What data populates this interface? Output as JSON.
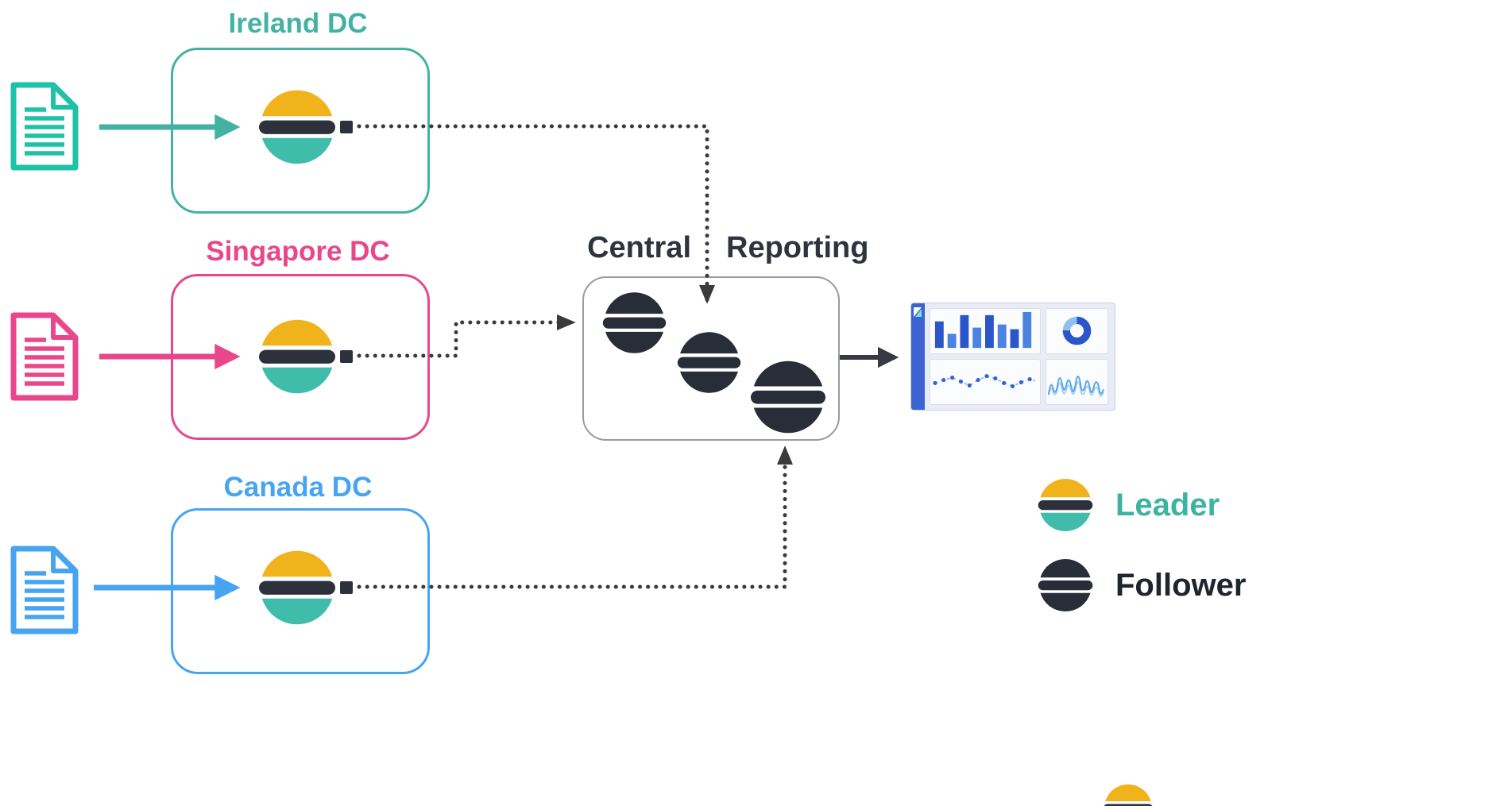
{
  "datacenters": [
    {
      "label": "Ireland DC",
      "color": "#43b2a2"
    },
    {
      "label": "Singapore DC",
      "color": "#e8478b"
    },
    {
      "label": "Canada DC",
      "color": "#47a4f0"
    }
  ],
  "central": {
    "label_left": "Central",
    "label_right": "Reporting",
    "border_color": "#9b9b9b",
    "text_color": "#2e333d"
  },
  "legend": {
    "items": [
      {
        "label": "Leader",
        "color": "#3db3a1",
        "icon": "elasticsearch-leader-logo"
      },
      {
        "label": "Follower",
        "color": "#20242d",
        "icon": "elasticsearch-follower-logo"
      }
    ]
  },
  "logo_colors": {
    "yellow": "#f1b31c",
    "teal": "#40bcab",
    "dark": "#2d313c",
    "follower_dark": "#282d38"
  },
  "connectors": {
    "dotted_color": "#3a3a3a",
    "output_arrow_color": "#363a42"
  }
}
